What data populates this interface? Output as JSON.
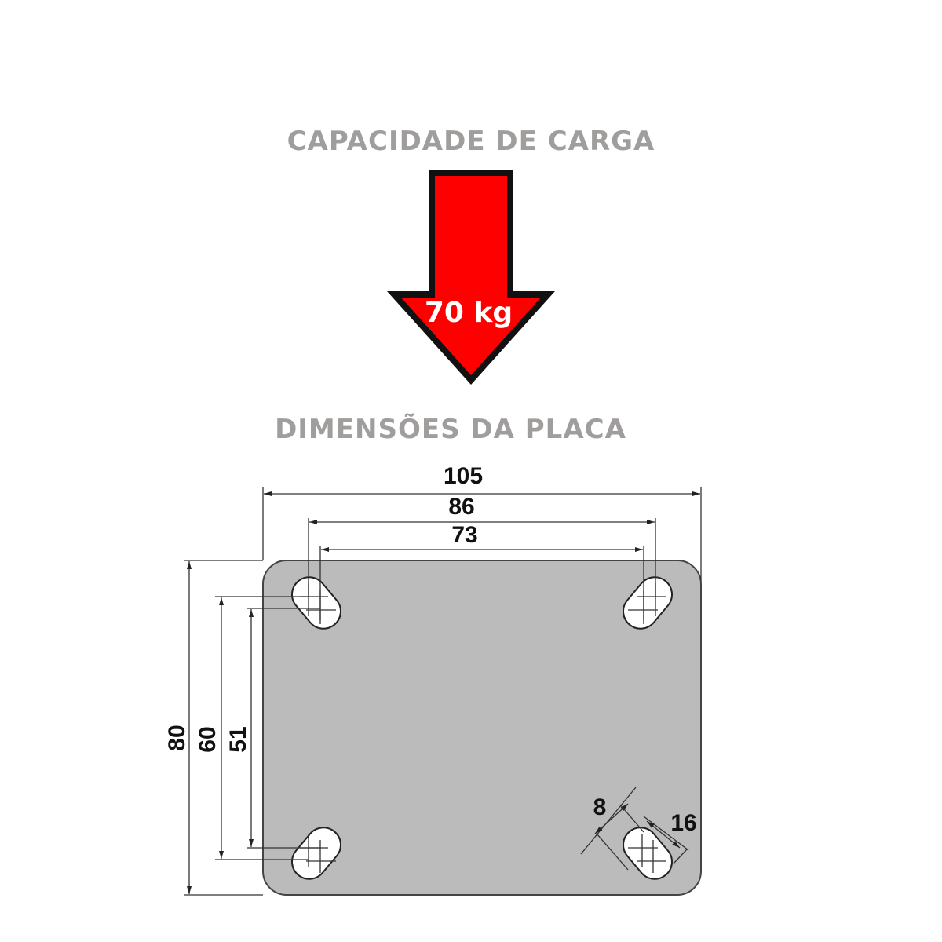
{
  "load": {
    "title": "CAPACIDADE DE CARGA",
    "value": "70 kg",
    "arrow_color": "#ff0000"
  },
  "plate": {
    "title": "DIMENSÕES DA PLACA",
    "width_outer": "105",
    "width_holes_outer": "86",
    "width_holes_inner": "73",
    "height_outer": "80",
    "height_holes_outer": "60",
    "height_holes_inner": "51",
    "slot_width": "8",
    "slot_length": "16",
    "plate_color": "#bbbbbb"
  }
}
